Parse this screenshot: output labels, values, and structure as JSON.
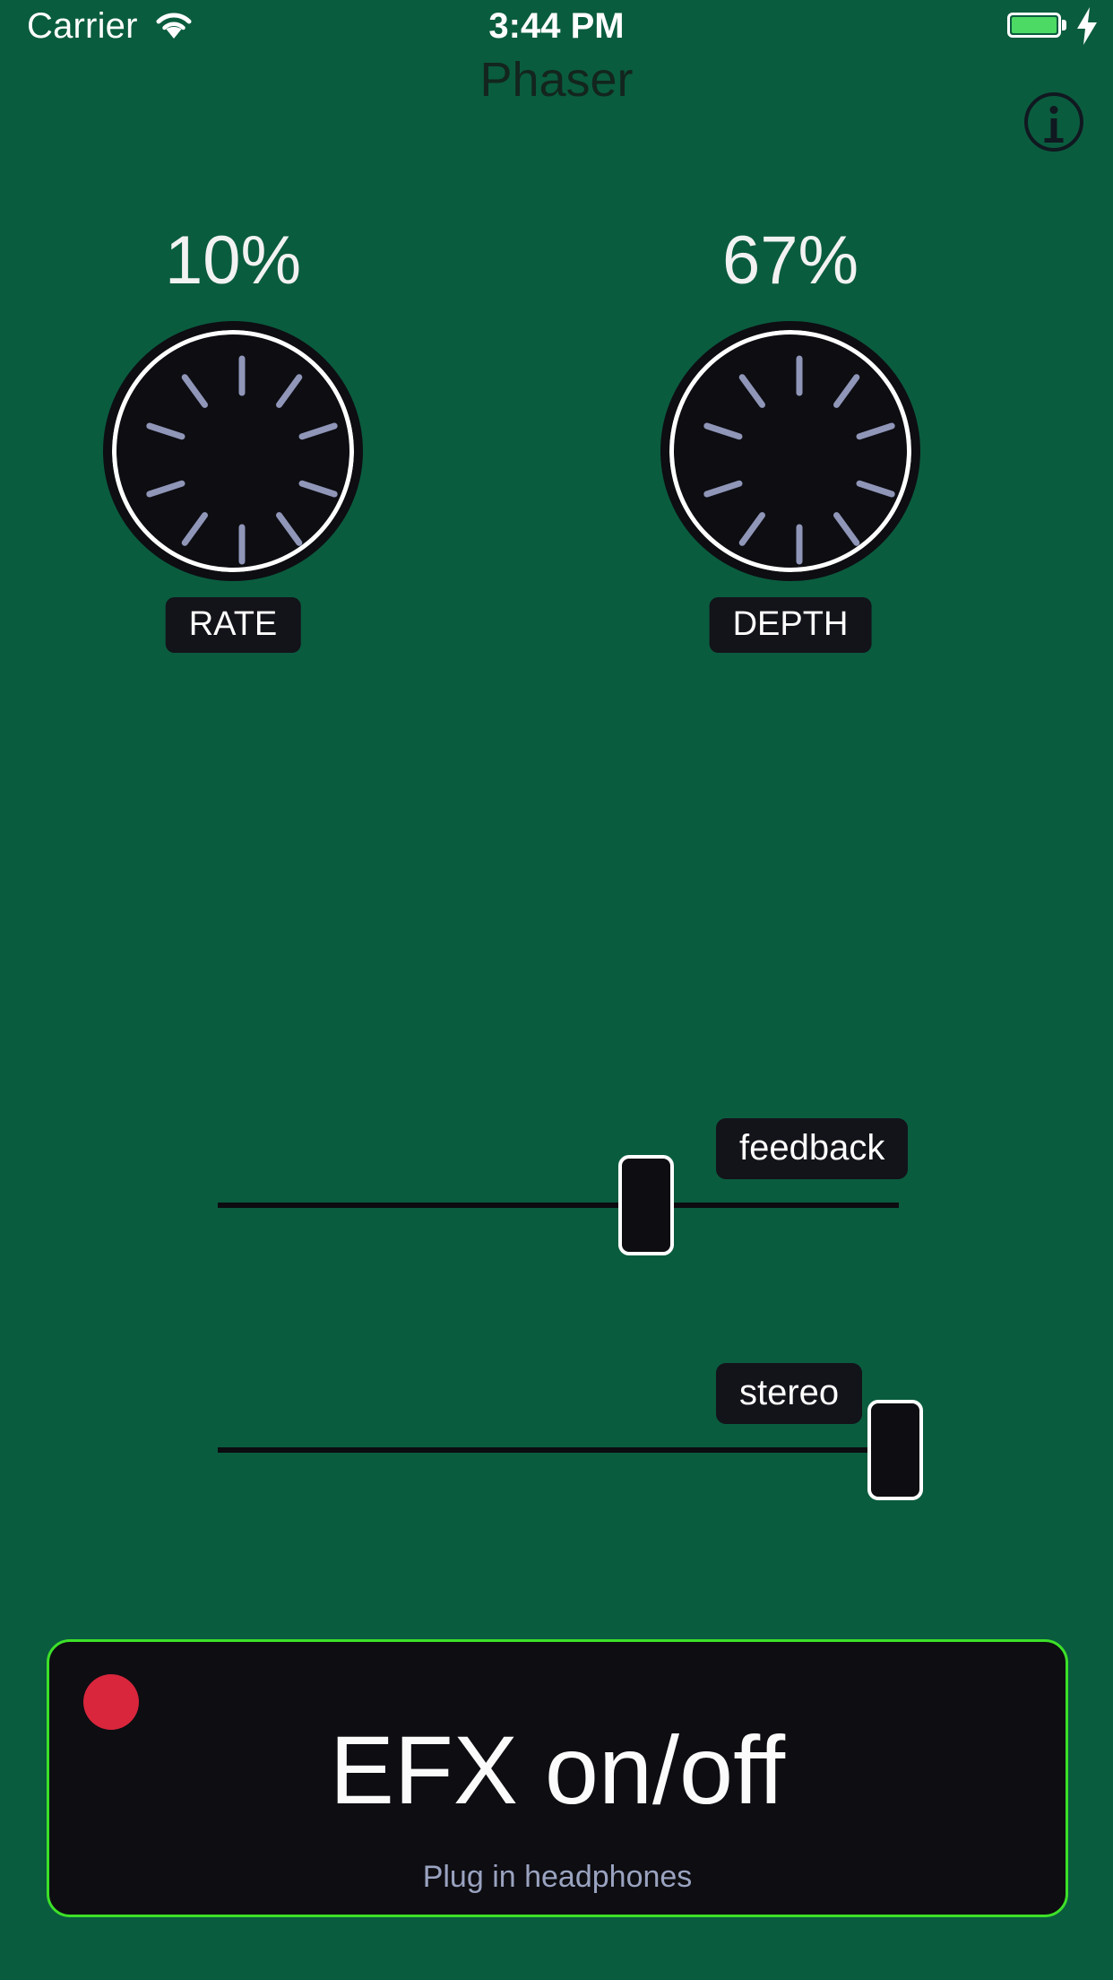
{
  "status_bar": {
    "carrier": "Carrier",
    "time": "3:44 PM",
    "wifi_icon": "wifi-icon",
    "battery_icon": "battery-icon",
    "charging_icon": "lightning-bolt-icon",
    "battery_color": "#4cd964"
  },
  "header": {
    "title": "Phaser",
    "info_label": "i",
    "info_icon": "info-circle-icon"
  },
  "theme": {
    "background": "#0a5c3e",
    "panel": "#0d0d12",
    "accent_green": "#3de028",
    "led_red": "#d9263c",
    "tick": "#8f96b8",
    "hint_text": "#9aa3c0"
  },
  "knobs": [
    {
      "name": "rate",
      "value_text": "10%",
      "label": "RATE",
      "value": 10,
      "ticks": 10
    },
    {
      "name": "depth",
      "value_text": "67%",
      "label": "DEPTH",
      "value": 67,
      "ticks": 10
    }
  ],
  "sliders": [
    {
      "name": "feedback",
      "label": "feedback",
      "value": 60
    },
    {
      "name": "stereo",
      "label": "stereo",
      "value": 100
    }
  ],
  "efx": {
    "title": "EFX on/off",
    "hint": "Plug in headphones",
    "led_state": "on"
  }
}
